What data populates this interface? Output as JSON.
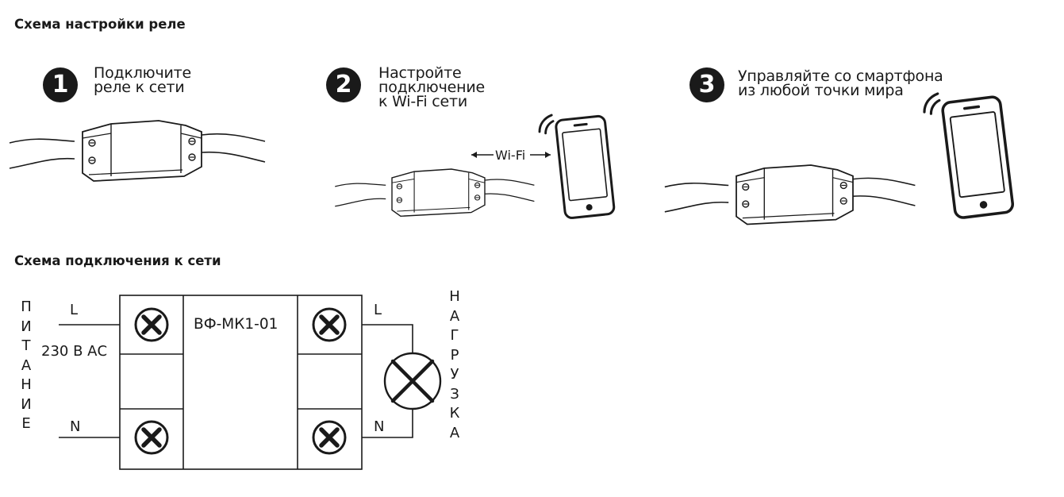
{
  "setup": {
    "title": "Схема настройки реле",
    "steps": [
      {
        "number": "1",
        "lines": [
          "Подключите",
          "реле к сети"
        ]
      },
      {
        "number": "2",
        "lines": [
          "Настройте",
          "подключение",
          "к Wi-Fi сети"
        ]
      },
      {
        "number": "3",
        "lines": [
          "Управляйте со смартфона",
          "из любой точки мира"
        ]
      }
    ],
    "wifi_label": "Wi-Fi"
  },
  "wiring": {
    "title": "Схема подключения к сети",
    "device_label": "ВФ-МК1-01",
    "input": {
      "vertical_label": [
        "П",
        "И",
        "Т",
        "А",
        "Н",
        "И",
        "Е"
      ],
      "line": "L",
      "neutral": "N",
      "voltage": "230 В АС"
    },
    "output": {
      "vertical_label": [
        "Н",
        "А",
        "Г",
        "Р",
        "У",
        "З",
        "К",
        "А"
      ],
      "line": "L",
      "neutral": "N"
    }
  },
  "colors": {
    "ink": "#1a1a1a",
    "background": "#ffffff"
  },
  "icons": {
    "relay": "relay-module-icon",
    "smartphone": "smartphone-icon",
    "wifi": "wifi-signal-icon",
    "terminal": "screw-terminal-icon",
    "lamp": "lamp-load-icon"
  }
}
